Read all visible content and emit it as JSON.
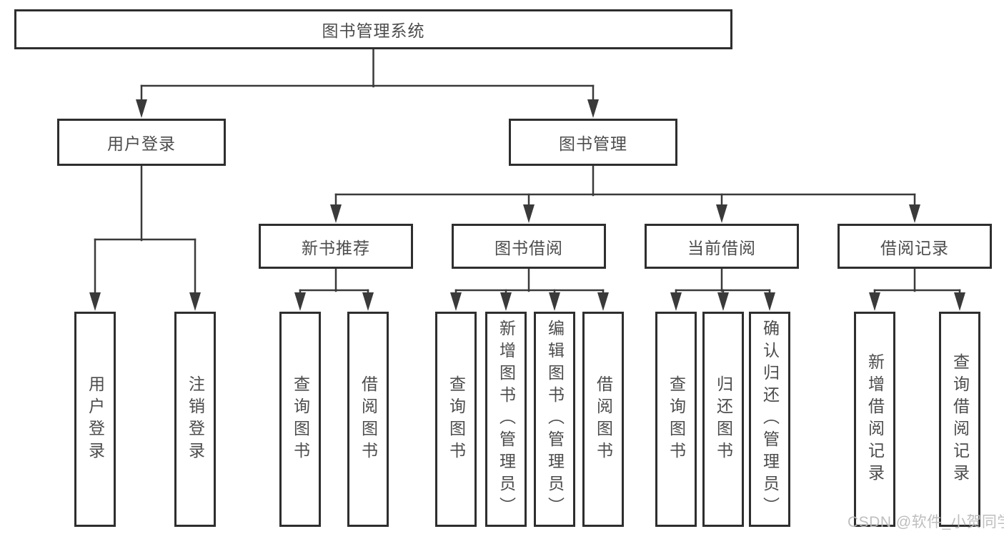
{
  "diagram": {
    "root": {
      "label": "图书管理系统"
    },
    "branches": [
      {
        "label": "用户登录",
        "children": [
          {
            "label": "用户登录"
          },
          {
            "label": "注销登录"
          }
        ]
      },
      {
        "label": "图书管理",
        "children": [
          {
            "label": "新书推荐",
            "children": [
              {
                "label": "查询图书"
              },
              {
                "label": "借阅图书"
              }
            ]
          },
          {
            "label": "图书借阅",
            "children": [
              {
                "label": "查询图书"
              },
              {
                "label": "新增图书（管理员）"
              },
              {
                "label": "编辑图书（管理员）"
              },
              {
                "label": "借阅图书"
              }
            ]
          },
          {
            "label": "当前借阅",
            "children": [
              {
                "label": "查询图书"
              },
              {
                "label": "归还图书"
              },
              {
                "label": "确认归还（管理员）"
              }
            ]
          },
          {
            "label": "借阅记录",
            "children": [
              {
                "label": "新增借阅记录"
              },
              {
                "label": "查询借阅记录"
              }
            ]
          }
        ]
      }
    ]
  },
  "watermark": "CSDN @软件_小贺同学",
  "colors": {
    "line": "#3a3a3a",
    "box_border": "#2e2e2e",
    "text": "#4c4c4c",
    "watermark": "#bbbbbb",
    "background": "#ffffff"
  }
}
